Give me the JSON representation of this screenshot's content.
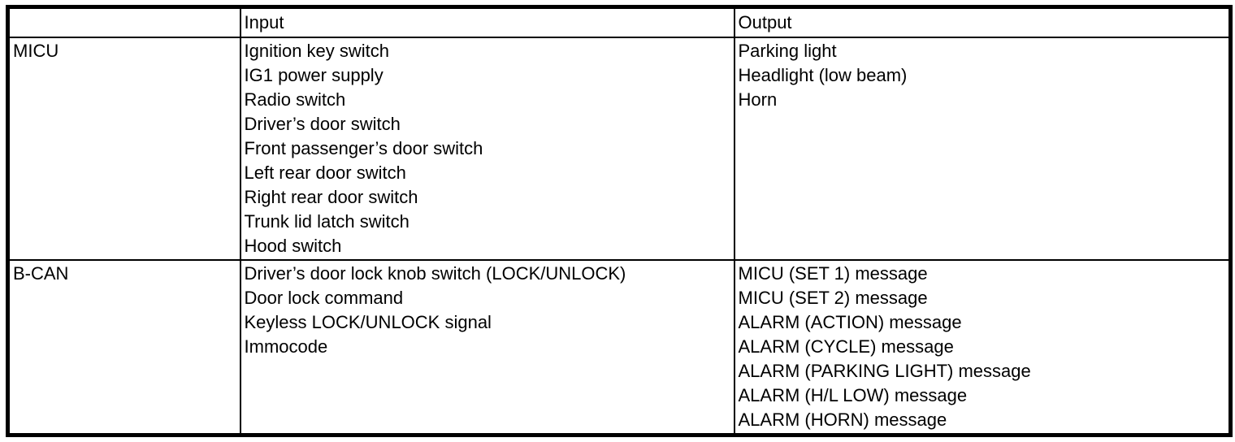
{
  "table": {
    "colors": {
      "border": "#000000",
      "text": "#000000",
      "background": "#ffffff"
    },
    "headers": {
      "system": "",
      "input": "Input",
      "output": "Output"
    },
    "rows": [
      {
        "label": "MICU",
        "inputs": [
          "Ignition key switch",
          "IG1 power supply",
          "Radio switch",
          "Driver’s door switch",
          "Front passenger’s door switch",
          "Left rear door switch",
          "Right rear door switch",
          "Trunk lid latch switch",
          "Hood switch"
        ],
        "outputs": [
          "Parking light",
          "Headlight (low beam)",
          "Horn"
        ]
      },
      {
        "label": "B-CAN",
        "inputs": [
          "Driver’s door lock knob switch (LOCK/UNLOCK)",
          "Door lock command",
          "Keyless LOCK/UNLOCK signal",
          "Immocode"
        ],
        "outputs": [
          "MICU (SET 1) message",
          "MICU (SET 2) message",
          "ALARM (ACTION) message",
          "ALARM (CYCLE) message",
          "ALARM (PARKING LIGHT) message",
          "ALARM (H/L LOW) message",
          "ALARM (HORN) message"
        ]
      }
    ]
  }
}
